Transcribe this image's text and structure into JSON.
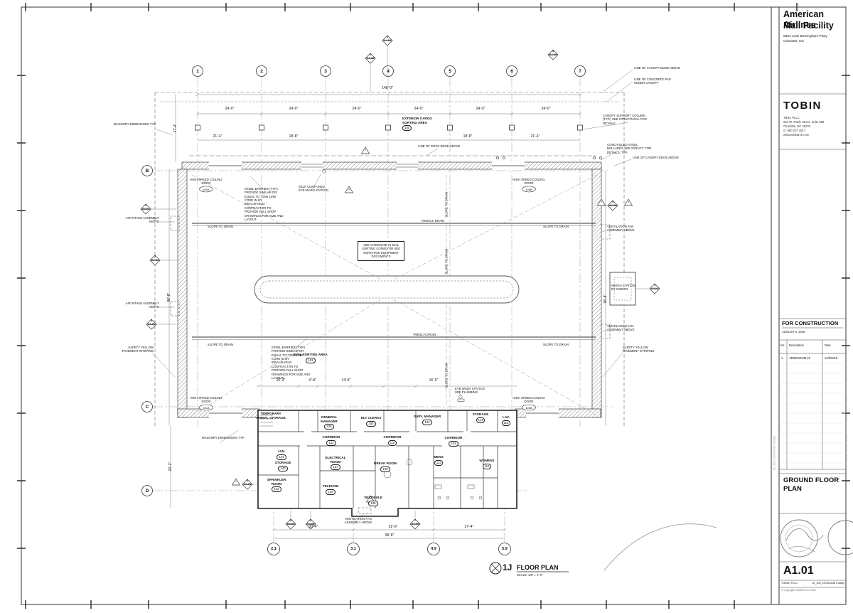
{
  "titleblock": {
    "project_name_1": "American Airlines",
    "project_name_2": "Mail Facility",
    "address_1": "5504 Josh Birmingham Pkwy",
    "address_2": "Charlotte, NC",
    "firm": "TOBIN",
    "firm_info": [
      "Tobin, PLLC",
      "222 W. Trade Street, Suite 358",
      "Charlotte, NC 28202",
      "O: 980 237 4817",
      "www.tobinarch.com"
    ],
    "status": "FOR CONSTRUCTION",
    "status_date": "AUGUST 5, 2016",
    "rev": {
      "no": "No.",
      "desc": "Description",
      "date": "Date",
      "r1_no": "1",
      "r1_desc": "ADDENDUM #1",
      "r1_date": "11/6/2016"
    },
    "sheet_title_1": "GROUND FLOOR",
    "sheet_title_2": "PLAN",
    "sheet_no": "A1.01",
    "footer_firm": "TOBIN, PLLC",
    "footer_file": "15_105_CENA Mail Facility",
    "footer_copy": "© Copyright TOBIN PLLC 2016"
  },
  "view": {
    "num": "1J",
    "name": "FLOOR PLAN",
    "scale": "SCALE: 1/8\" = 1'-0\""
  },
  "grid": {
    "c1": "1",
    "c2": "2",
    "c3": "3",
    "c4": "4",
    "c5": "5",
    "c6": "6",
    "c7": "7",
    "rB": "B",
    "rC": "C",
    "rD": "D",
    "b1": "2.1",
    "b2": "3.1",
    "b3": "4.9",
    "b4": "5.9"
  },
  "dims": {
    "top_total": "148'-0\"",
    "bay": "24'-0\"",
    "sub1": "21'-4\"",
    "sub2": "18'-8\"",
    "sub3": "18'-8\"",
    "sub4": "21'-4\"",
    "left1": "17'-4\"",
    "left2": "96'-8\"",
    "left3": "23'-2\"",
    "right1": "96'-8\"",
    "off1": "16'-4\"",
    "off2": "6'-8\"",
    "off3": "14'-8\"",
    "off4": "16'-0\"",
    "bot1": "30'-4\"",
    "bot2": "31'-0\"",
    "bot3": "27'-4\"",
    "bot_total": "98'-8\""
  },
  "notes": {
    "canopy_edge_top": "LINE OF CANOPY EDGE ABOVE",
    "concrete_pad": "LINE OF CONCRETE PAD UNDER CANOPY",
    "canopy_column": "CANOPY SUPPORT COLUMN (TYP.) SEE STRUCTURAL FOR DETAILS",
    "bollards": "CONC-FILLED STEEL BOLLARDS SEE STRUCT. FOR DETAILS, TYP.",
    "canopy_edge_2": "LINE OF CANOPY EDGE ABOVE",
    "roof_edge": "LINE OF ROOF EDGE ABOVE",
    "hs_door": "HIGH SPEED COILING DOOR",
    "steel_barrier": "STEEL BARRIER (TYP.) PROVIDE SIMILAR OR EQUAL TO \"ONE LINE\" CORE IN BY IDEALSHIELD. CONTRACTOR TO PROVIDE FULL SHOP DRAWINGS FOR SIZE AND LAYOUT.",
    "eyewash_self": "SELF CONTAINED EYE-WASH STATION",
    "eyewash_plumb": "EYE WASH STATION SEE PLUMBING",
    "air_intake": "AIR INTAKE ASSEMBLY ABOVE",
    "vent_fan": "VENTILATION FAN ASSEMBLY ABOVE",
    "slope": "SLOPE TO DRAIN",
    "trench": "TRENCH DRAIN",
    "masonry": "MASONRY DIMENSIONS TYP.",
    "safety": "SAFETY YELLOW PAVEMENT STRIPING",
    "weigh": "WEIGH STATION BY OWNER",
    "add_alt": "ADD ALTERNATE #1 MAIL SORTING CONVEYOR SEE SORTATION EQUIPMENT DOCUMENTS",
    "delta": "1"
  },
  "rooms": {
    "cargo": {
      "name": "EXTERIOR CARGO SORTING AREA",
      "num": "100"
    },
    "mail": {
      "name": "MAIL SORTING AREA",
      "num": "101"
    },
    "animal": {
      "name": "TEMPORARY ANIMAL STORAGE",
      "num": "107"
    },
    "genmgr": {
      "name": "GENERAL MANAGER",
      "num": "106"
    },
    "clerks": {
      "name": "DLY CLERKS",
      "num": "105"
    },
    "supv": {
      "name": "SUPV. MANAGER",
      "num": "104"
    },
    "stor114": {
      "name": "STORAGE",
      "num": "114"
    },
    "lav": {
      "name": "LAV.",
      "num": "115"
    },
    "corr1": {
      "name": "CORRIDOR",
      "num": "102"
    },
    "corr2": {
      "name": "CORRIDOR",
      "num": "110"
    },
    "corr3": {
      "name": "CORRIDOR",
      "num": "103"
    },
    "jan": {
      "name": "JAN.",
      "num": "141"
    },
    "stor140": {
      "name": "STORAGE",
      "num": "140"
    },
    "elec": {
      "name": "ELECTRICAL ROOM",
      "num": "137"
    },
    "break": {
      "name": "BREAK ROOM",
      "num": "109"
    },
    "mens": {
      "name": "MENS",
      "num": "111"
    },
    "womens": {
      "name": "WOMENS",
      "num": "112"
    },
    "sprink": {
      "name": "SPRINKLER ROOM",
      "num": "142"
    },
    "telecom": {
      "name": "TELECOM",
      "num": "139"
    },
    "vest": {
      "name": "VESTIBULE",
      "num": "135"
    }
  },
  "tags": {
    "d1": "100A",
    "d2": "100B",
    "d3": "101A",
    "d4": "101B"
  },
  "markers": {
    "m1": {
      "t": "1",
      "b": "A4.00"
    },
    "m2": {
      "t": "2",
      "b": "A4.00"
    },
    "m3": {
      "t": "3",
      "b": "A4.00"
    },
    "m4": {
      "t": "1",
      "b": "A4.01"
    },
    "m5": {
      "t": "2",
      "b": "A4.01"
    },
    "m6": {
      "t": "3",
      "b": "A4.01"
    },
    "m7": {
      "t": "4",
      "b": "A4.00"
    },
    "m8": {
      "t": "1",
      "b": "A4.02"
    },
    "m9": {
      "t": "4",
      "b": "A4.01"
    },
    "m10": {
      "t": "5",
      "b": "A4.00"
    },
    "m11": {
      "t": "6",
      "b": "A4.00"
    },
    "m12": {
      "t": "7",
      "b": "A4.00"
    }
  }
}
